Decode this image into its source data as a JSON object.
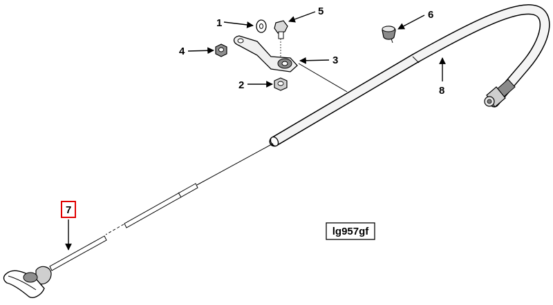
{
  "diagram": {
    "callouts": [
      {
        "id": "c1",
        "label": "1"
      },
      {
        "id": "c2",
        "label": "2"
      },
      {
        "id": "c3",
        "label": "3"
      },
      {
        "id": "c4",
        "label": "4"
      },
      {
        "id": "c5",
        "label": "5"
      },
      {
        "id": "c6",
        "label": "6"
      },
      {
        "id": "c7",
        "label": "7"
      },
      {
        "id": "c8",
        "label": "8"
      }
    ],
    "drawing_code": "lg957gf",
    "highlighted_callout": "7",
    "colors": {
      "line": "#000000",
      "highlight_box": "#e00000",
      "part_fill_light": "#f2f2f2",
      "part_fill_dark": "#7a7a7a"
    }
  }
}
